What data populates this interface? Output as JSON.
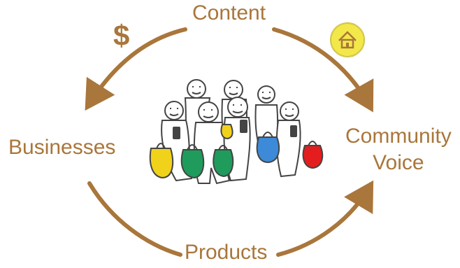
{
  "nodes": {
    "top": "Content",
    "left": "Businesses",
    "right_line1": "Community",
    "right_line2": "Voice",
    "bottom": "Products"
  },
  "dollar_symbol": "$",
  "colors": {
    "accent": "#a9763b",
    "home_badge": "#f3e84a",
    "bag_yellow": "#f0d21b",
    "bag_green": "#1f9c5c",
    "bag_blue": "#3c8ad8",
    "bag_red": "#e41e1e"
  },
  "icons": [
    "dollar-icon",
    "home-badge-icon",
    "crowd-illustration"
  ]
}
